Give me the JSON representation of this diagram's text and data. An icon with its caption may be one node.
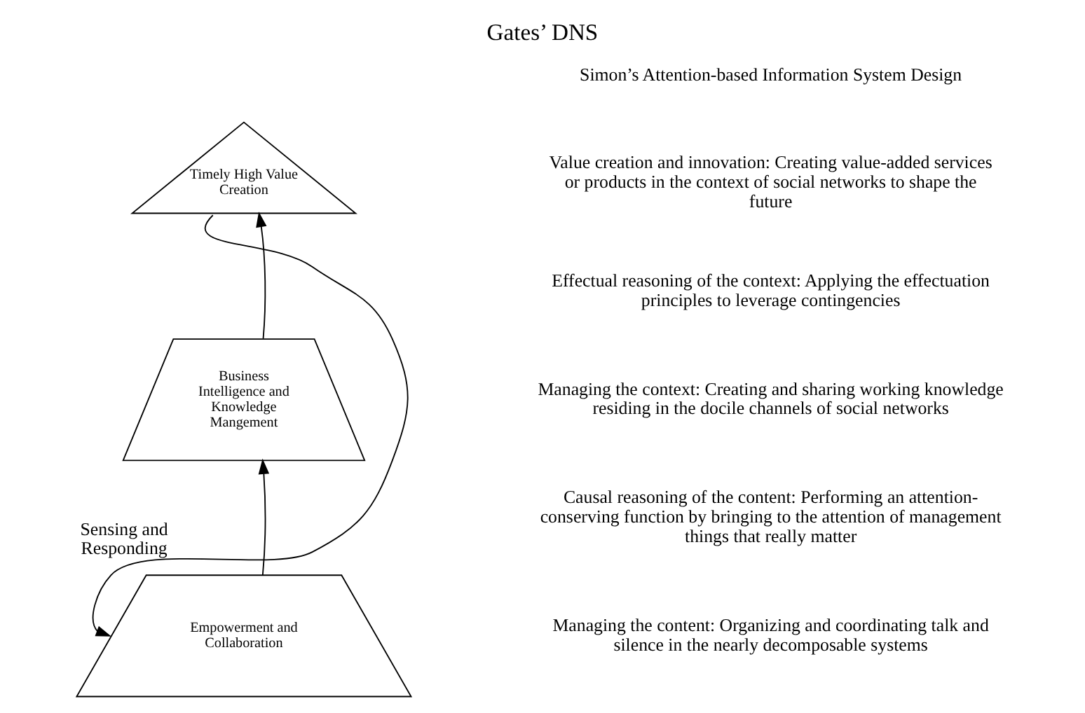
{
  "diagram": {
    "title": "Gates’ DNS",
    "nodes": [
      {
        "text": [
          "Timely High Value Creation"
        ]
      },
      {
        "text": [
          "Business Intelligence and Knowledge Mangement"
        ]
      },
      {
        "text": [
          "Empowerment and Collaboration"
        ]
      }
    ],
    "edges": [
      {
        "from": 2,
        "to": 1,
        "arrow": "to"
      },
      {
        "from": 1,
        "to": 0,
        "arrow": "to"
      },
      {
        "from": 0,
        "to": 2,
        "arrow": "to",
        "label": "Sensing and Responding"
      }
    ],
    "labels": [
      "Simon’s Attention-based Information System Design",
      "Value creation and innovation: Creating value-added services or products in the context of social networks to shape the future",
      "Effectual reasoning of the context: Applying the effectuation principles to leverage contingencies",
      "Managing the context: Creating and sharing working knowledge residing in the docile channels of social networks",
      "Causal reasoning of the content: Performing an attention-conserving function by bringing to the attention of management things that really matter",
      "Managing the content: Organizing and coordinating talk and silence in the nearly decomposable systems"
    ]
  }
}
